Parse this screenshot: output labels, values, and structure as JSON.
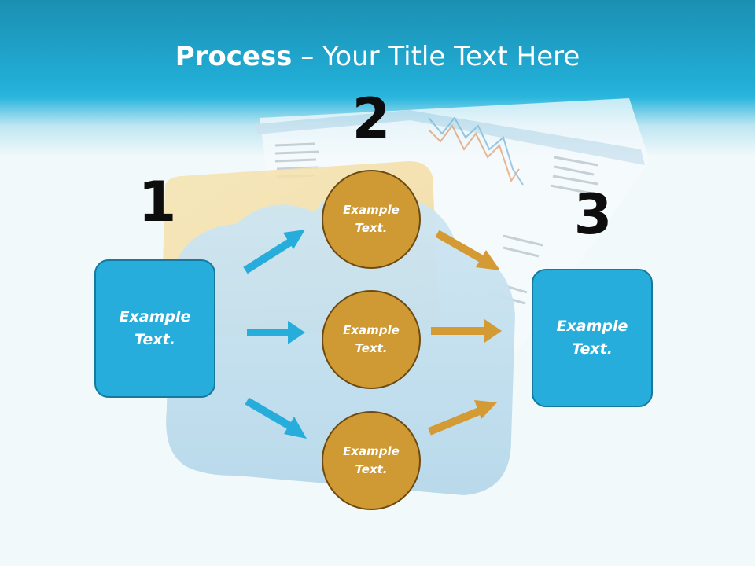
{
  "title": {
    "bold": "Process",
    "rest": " – Your Title Text Here"
  },
  "steps": {
    "one": "1",
    "two": "2",
    "three": "3"
  },
  "left_box": {
    "text": "Example Text."
  },
  "right_box": {
    "text": "Example Text."
  },
  "circles": [
    {
      "text": "Example Text."
    },
    {
      "text": "Example Text."
    },
    {
      "text": "Example Text."
    }
  ],
  "colors": {
    "header": "#22afd8",
    "box": "#26addb",
    "circle": "#cf9a33",
    "arrow_blue": "#26addb",
    "arrow_orange": "#d49a33"
  }
}
